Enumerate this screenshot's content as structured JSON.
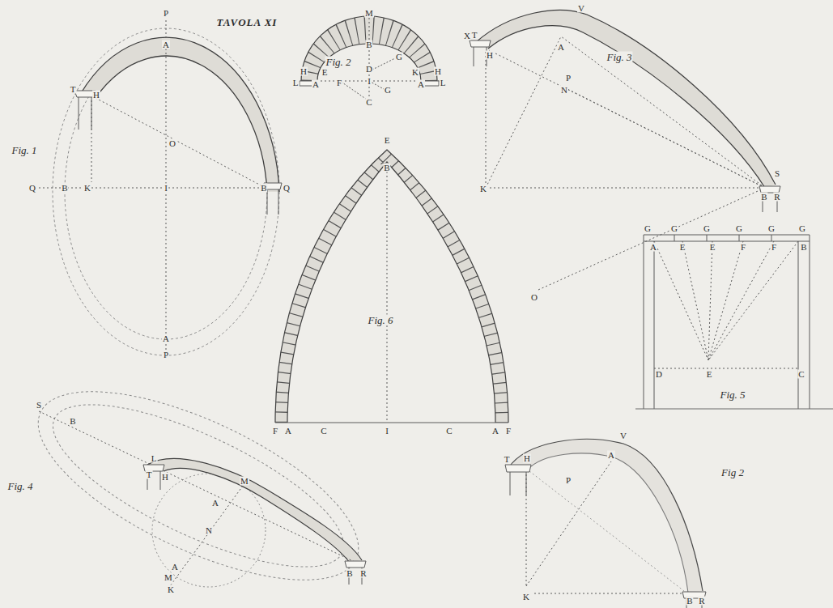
{
  "diagram": {
    "title": "TAVOLA XI",
    "labels": [
      "P",
      "A",
      "T",
      "H",
      "Fig. 1",
      "O",
      "Q",
      "B",
      "K",
      "I",
      "B",
      "Q",
      "A",
      "P",
      "M",
      "B",
      "D",
      "G",
      "Fig. 2",
      "H",
      "E",
      "K",
      "H",
      "L",
      "A",
      "F",
      "I",
      "G",
      "A",
      "L",
      "C",
      "V",
      "X",
      "A",
      "T",
      "H",
      "Fig. 3",
      "P",
      "N",
      "S",
      "K",
      "B",
      "R",
      "O",
      "G",
      "G",
      "G",
      "G",
      "G",
      "G",
      "A",
      "E",
      "E",
      "F",
      "F",
      "B",
      "D",
      "E",
      "C",
      "Fig. 5",
      "E",
      "B",
      "Fig. 6",
      "F",
      "A",
      "C",
      "I",
      "C",
      "A",
      "F",
      "Fig. 4",
      "S",
      "B",
      "L",
      "T",
      "H",
      "M",
      "A",
      "N",
      "A",
      "M",
      "K",
      "B",
      "R",
      "V",
      "A",
      "T",
      "H",
      "P",
      "Fig 2",
      "K",
      "B",
      "R"
    ]
  }
}
